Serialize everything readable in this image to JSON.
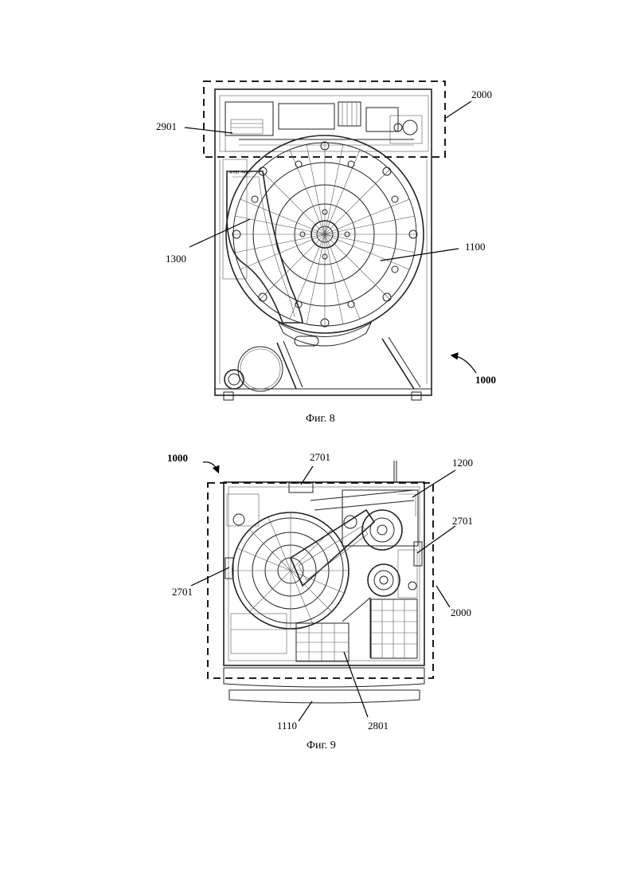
{
  "figure8": {
    "caption": "Фиг. 8",
    "labels": {
      "l2000": "2000",
      "l2901": "2901",
      "l1300": "1300",
      "l1100": "1100",
      "l1000": "1000",
      "stamp": "4-H0 -90U"
    }
  },
  "figure9": {
    "caption": "Фиг. 9",
    "labels": {
      "l1000": "1000",
      "l2701_top": "2701",
      "l1200": "1200",
      "l2701_right": "2701",
      "l2701_left": "2701",
      "l2000": "2000",
      "l1110": "1110",
      "l2801": "2801"
    }
  }
}
